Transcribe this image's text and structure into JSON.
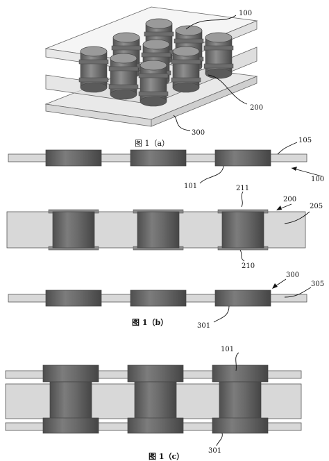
{
  "captions": {
    "a": "图 1（a）",
    "b": "图 1（b）",
    "c": "图 1（c）"
  },
  "labels": {
    "iso_100": "100",
    "iso_200": "200",
    "iso_300": "300",
    "b1_105": "105",
    "b1_100": "100",
    "b1_101": "101",
    "b2_211": "211",
    "b2_200": "200",
    "b2_205": "205",
    "b2_210": "210",
    "b3_300": "300",
    "b3_305": "305",
    "b3_301": "301",
    "c_101": "101",
    "c_301": "301"
  },
  "colors": {
    "substrate": "#d7d7d7",
    "pad": "#6f6f6f",
    "pad_light": "#8a8a8a",
    "outline": "#555555",
    "glass": "#e6e6e6"
  }
}
